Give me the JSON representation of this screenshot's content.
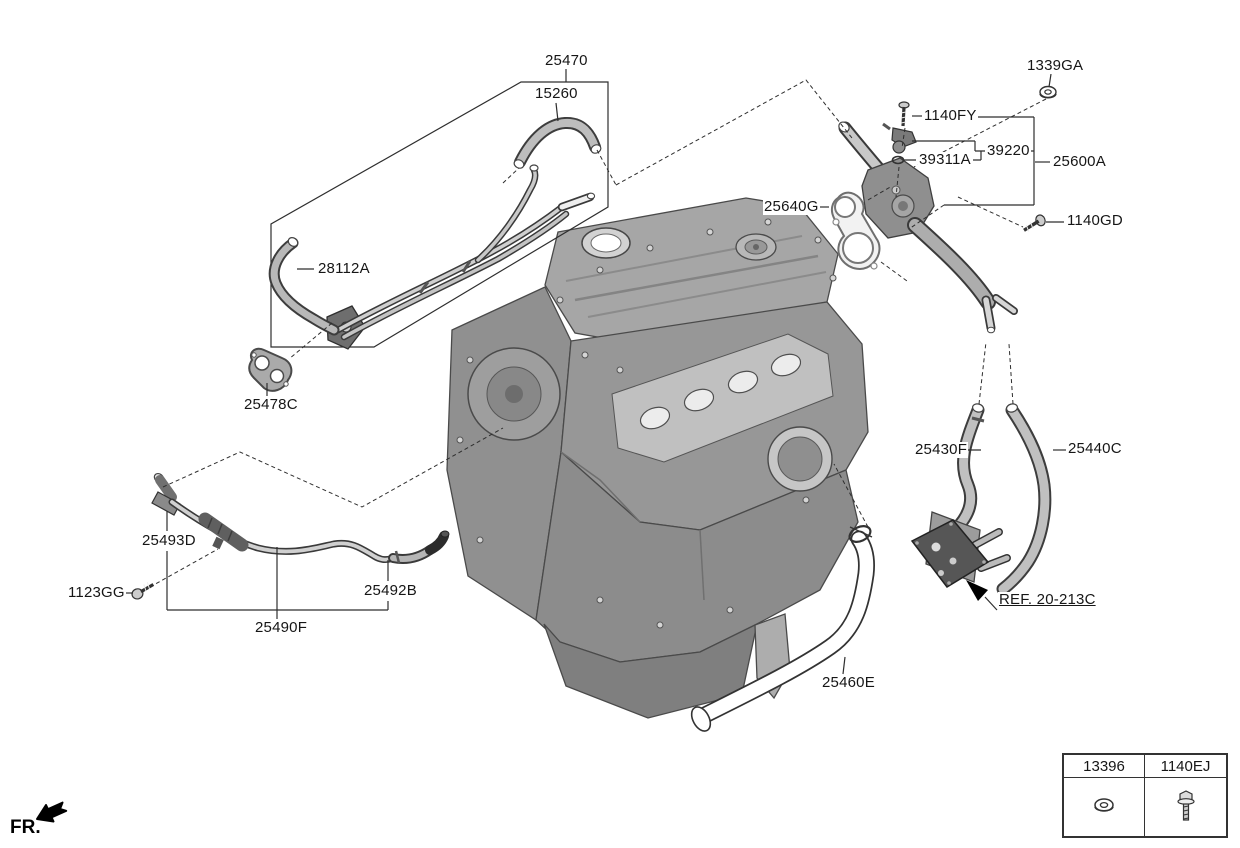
{
  "diagram": {
    "part_labels": {
      "p25470": "25470",
      "p15260": "15260",
      "p28112A": "28112A",
      "p25478C": "25478C",
      "p1339GA": "1339GA",
      "p1140FY": "1140FY",
      "p39311A": "39311A",
      "p39220": "39220",
      "p25600A": "25600A",
      "p25640G": "25640G",
      "p1140GD": "1140GD",
      "p25430F": "25430F",
      "p25440C": "25440C",
      "ref_20_213C": "REF. 20-213C",
      "p25460E": "25460E",
      "p25493D": "25493D",
      "p1123GG": "1123GG",
      "p25492B": "25492B",
      "p25490F": "25490F"
    },
    "fastener_table": {
      "col1": {
        "part_no": "13396",
        "icon": "nut-icon"
      },
      "col2": {
        "part_no": "1140EJ",
        "icon": "bolt-icon"
      }
    },
    "orientation": {
      "front_label": "FR."
    },
    "colors": {
      "background": "#ffffff",
      "line": "#2e2e2e",
      "engine_grey": "#999999",
      "hose_grey": "#bfbfbf",
      "dark_part": "#565656"
    }
  }
}
